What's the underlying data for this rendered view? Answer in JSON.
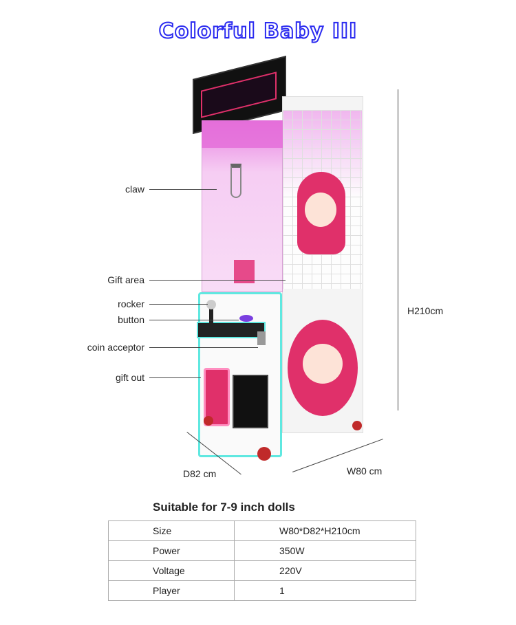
{
  "title": "Colorful Baby III",
  "callouts": {
    "claw": "claw",
    "gift_area": "Gift area",
    "rocker": "rocker",
    "button": "button",
    "coin_acceptor": "coin acceptor",
    "gift_out": "gift out"
  },
  "dimensions": {
    "height": "H210cm",
    "depth": "D82 cm",
    "width": "W80 cm"
  },
  "subtitle": "Suitable for 7-9 inch dolls",
  "specs": [
    {
      "label": "Size",
      "value": "W80*D82*H210cm"
    },
    {
      "label": "Power",
      "value": "350W"
    },
    {
      "label": "Voltage",
      "value": "220V"
    },
    {
      "label": "Player",
      "value": "1"
    }
  ],
  "colors": {
    "title_outline": "#2b2bf0",
    "glass": "#f3c8f2",
    "accent_pink": "#e0306a",
    "neon_cyan": "#5fe8e0"
  }
}
